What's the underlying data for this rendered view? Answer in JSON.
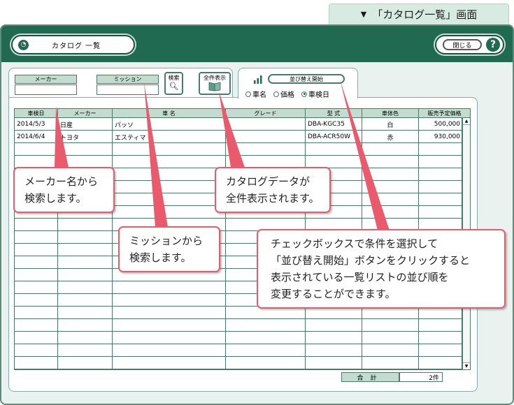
{
  "screen_tab": {
    "marker": "▼",
    "label": "「カタログ一覧」画面"
  },
  "header": {
    "title": "カタログ 一覧",
    "close_label": "閉じる",
    "help_label": "?"
  },
  "search": {
    "maker_label": "メーカー",
    "maker_value": "",
    "mission_label": "ミッション",
    "mission_value": "",
    "search_button": "検索",
    "show_all_button": "全件表示"
  },
  "sort": {
    "button_label": "並び替え開始",
    "options": [
      {
        "label": "車名",
        "selected": false
      },
      {
        "label": "価格",
        "selected": false
      },
      {
        "label": "車検日",
        "selected": true
      }
    ]
  },
  "table": {
    "columns": [
      "車検日",
      "メーカー",
      "車 名",
      "グレード",
      "型 式",
      "車体色",
      "販売予定価格"
    ],
    "rows": [
      [
        "2014/5/3",
        "日産",
        "パッソ",
        "",
        "DBA-KGC35",
        "白",
        "500,000"
      ],
      [
        "2014/6/4",
        "トヨタ",
        "エスティマ",
        "",
        "DBA-ACR50W",
        "赤",
        "930,000"
      ]
    ]
  },
  "footer": {
    "total_label": "合計",
    "total_value": "2件"
  },
  "callouts": {
    "maker": [
      "メーカー名から",
      "検索します。"
    ],
    "show_all": [
      "カタログデータが",
      "全件表示されます。"
    ],
    "mission": [
      "ミッションから",
      "検索します。"
    ],
    "sort": [
      "チェックボックスで条件を選択して",
      "「並び替え開始」ボタンをクリックすると",
      "表示されている一覧リストの並び順を",
      "変更することができます。"
    ]
  },
  "colors": {
    "header": "#1f6a50",
    "frame_bg": "#e9f2ee",
    "callout_border": "#ea5a6d",
    "header_cell": "#c2ddd0"
  }
}
